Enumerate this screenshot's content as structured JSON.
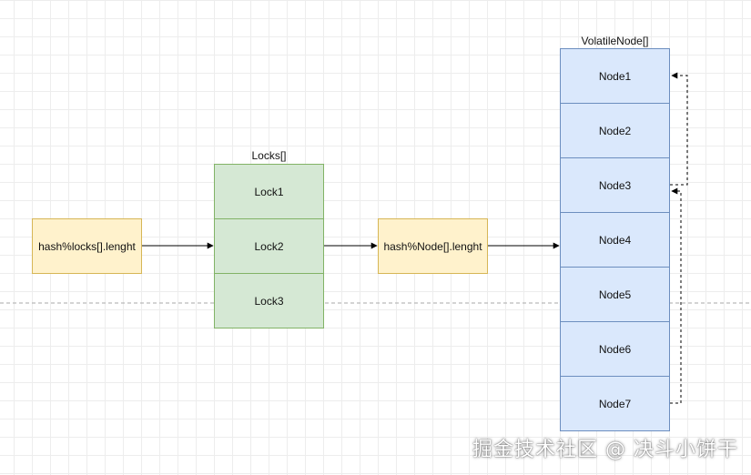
{
  "hash_locks": {
    "label": "hash%locks[].lenght"
  },
  "hash_node": {
    "label": "hash%Node[].lenght"
  },
  "locks": {
    "title": "Locks[]",
    "items": [
      "Lock1",
      "Lock2",
      "Lock3"
    ]
  },
  "nodes": {
    "title": "VolatileNode[]",
    "items": [
      "Node1",
      "Node2",
      "Node3",
      "Node4",
      "Node5",
      "Node6",
      "Node7"
    ]
  },
  "watermark": {
    "text": "掘金技术社区 @ 决斗小饼干"
  },
  "colors": {
    "yellow_fill": "#fff2cc",
    "yellow_stroke": "#d6b656",
    "green_fill": "#d5e8d4",
    "green_stroke": "#82b366",
    "blue_fill": "#dae8fc",
    "blue_stroke": "#6c8ebf"
  }
}
